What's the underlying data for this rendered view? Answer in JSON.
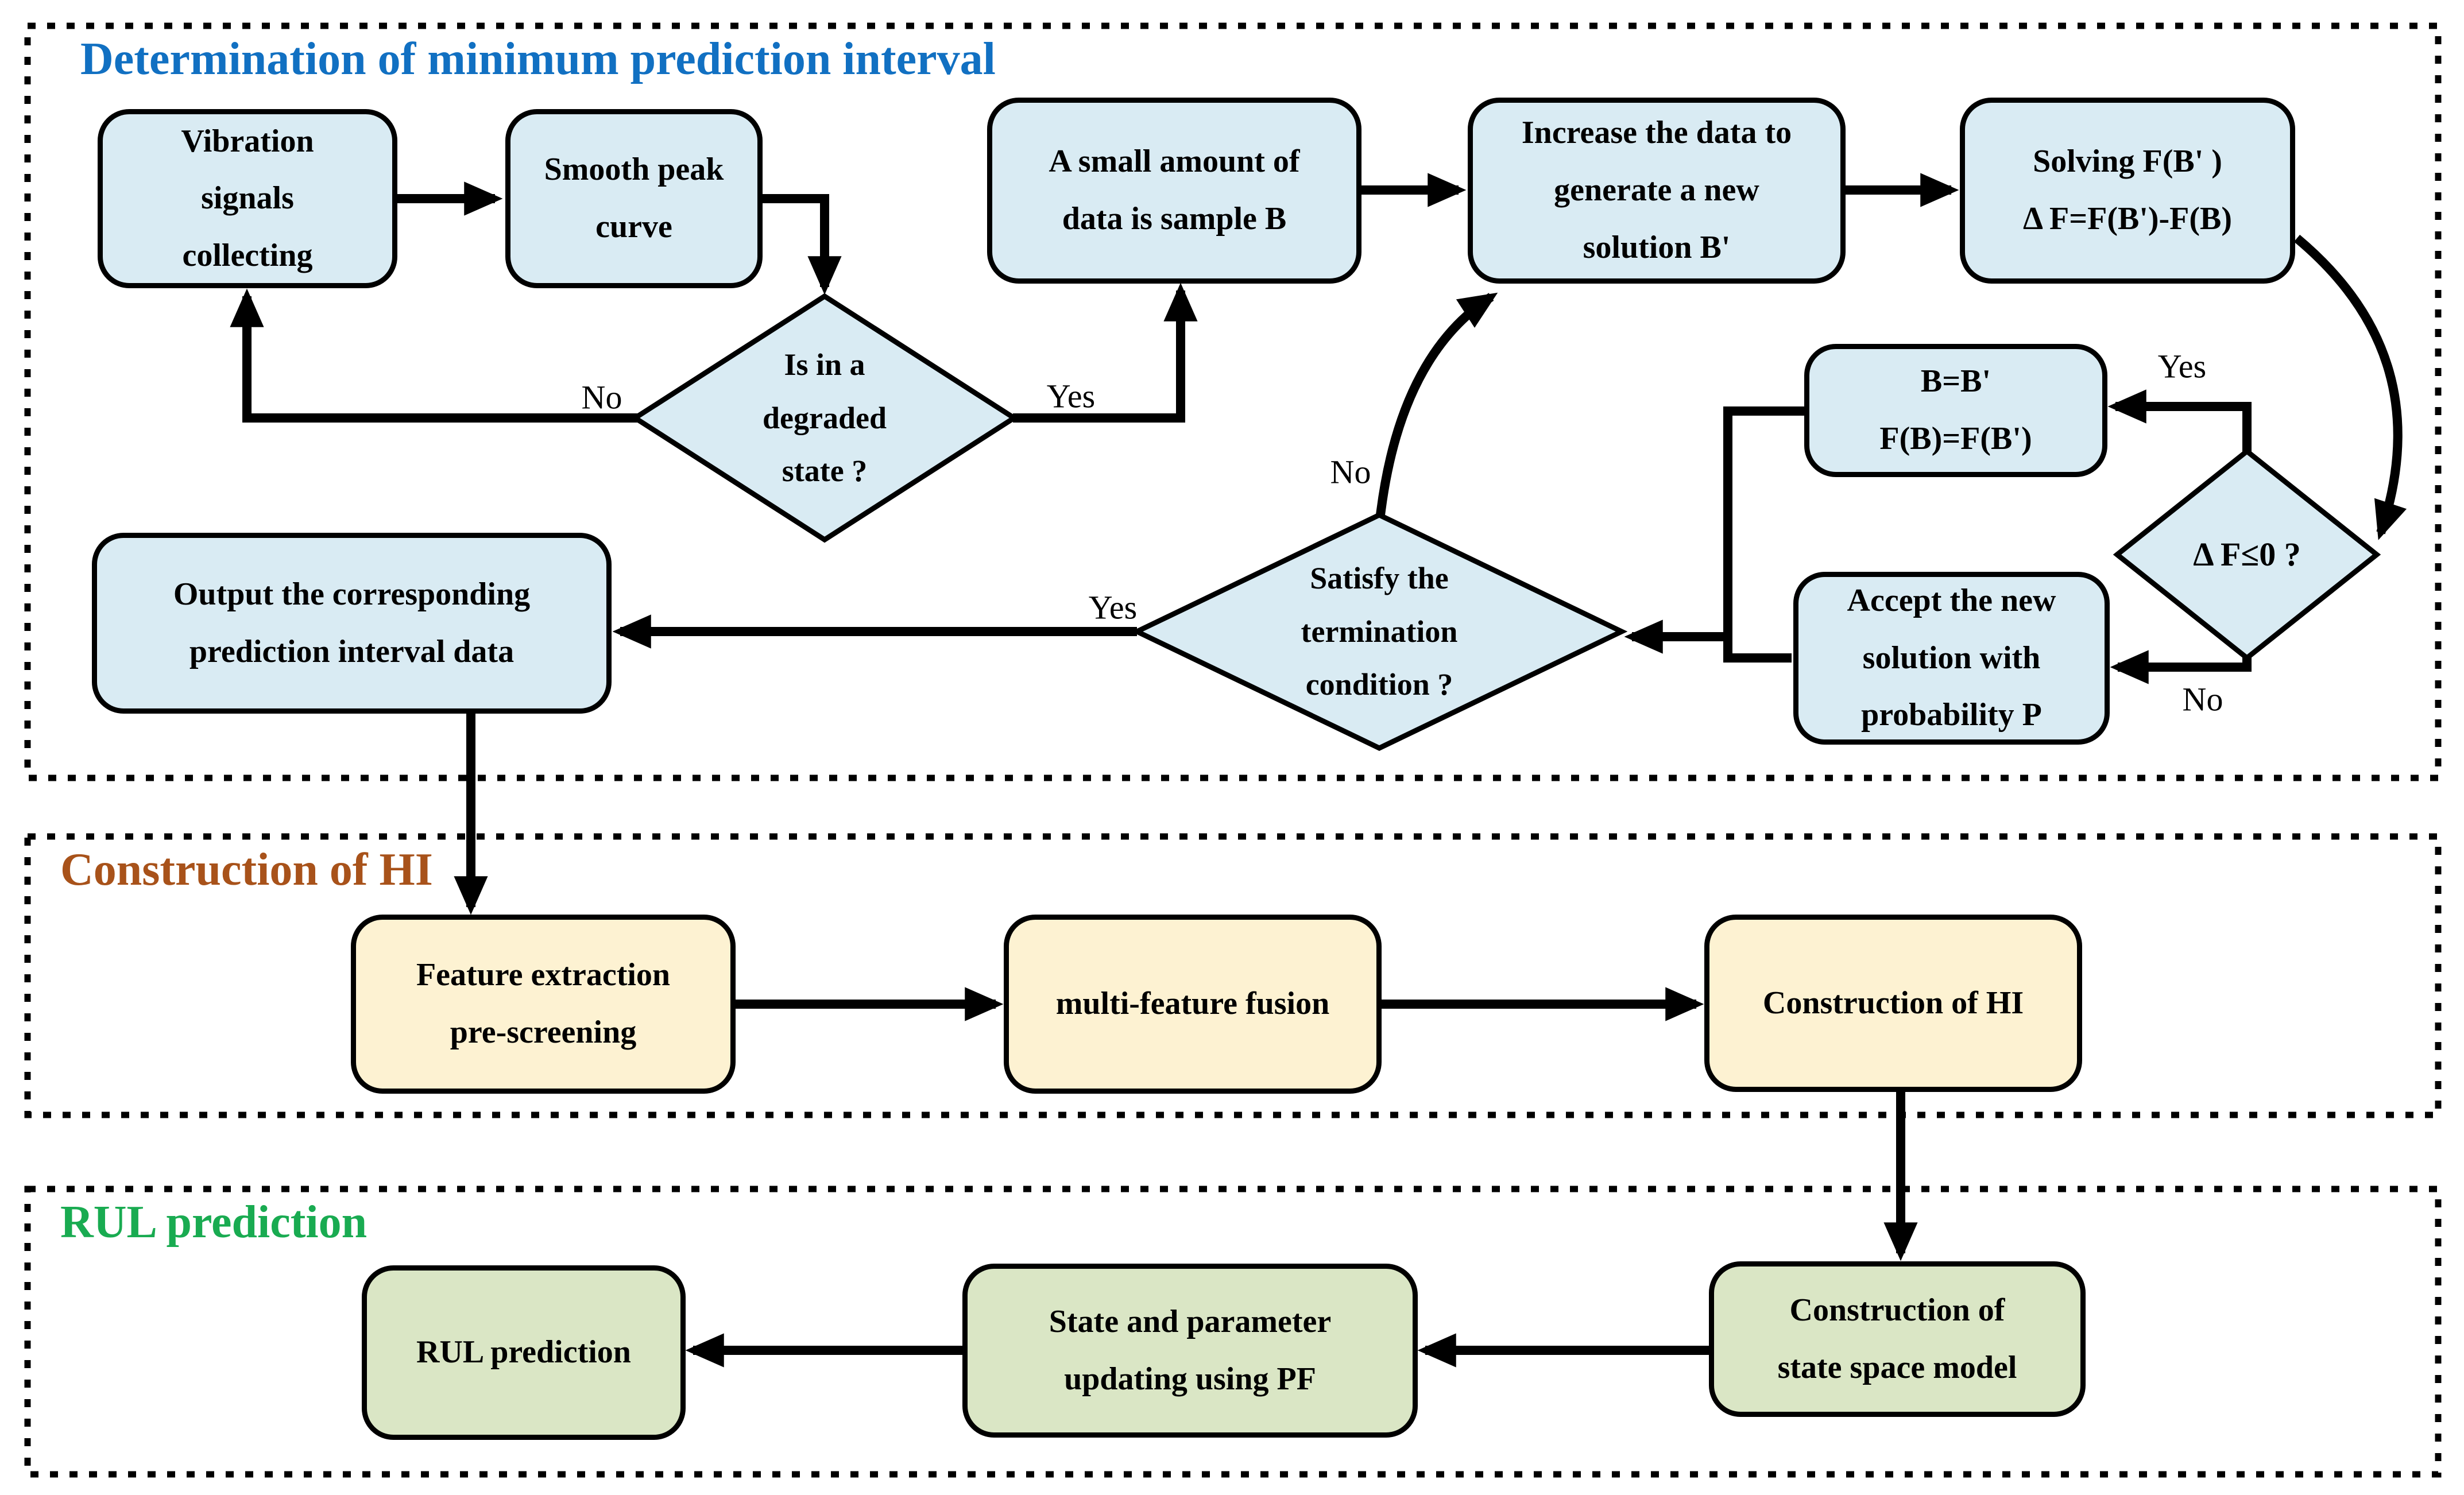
{
  "sections": [
    {
      "title": "Determination of minimum prediction interval"
    },
    {
      "title": "Construction of HI"
    },
    {
      "title": "RUL prediction"
    }
  ],
  "nodes": {
    "vibration": {
      "label": "Vibration\nsignals\ncollecting"
    },
    "smooth": {
      "label": "Smooth peak\ncurve"
    },
    "sample": {
      "label": "A small amount of\ndata is sample B"
    },
    "increase": {
      "label": "Increase the data to\ngenerate a new\nsolution B'"
    },
    "solving": {
      "label": "Solving F(B' )\nΔ F=F(B')-F(B)"
    },
    "output": {
      "label": "Output the corresponding\nprediction interval data"
    },
    "b_update": {
      "label": "B=B'\nF(B)=F(B')"
    },
    "accept": {
      "label": "Accept the new\nsolution with\nprobability P"
    },
    "feature": {
      "label": "Feature extraction\npre-screening"
    },
    "fusion": {
      "label": "multi-feature fusion"
    },
    "construct_hi": {
      "label": "Construction of HI"
    },
    "rul": {
      "label": "RUL prediction"
    },
    "state_update": {
      "label": "State and parameter\nupdating using PF"
    },
    "state_space": {
      "label": "Construction of\nstate space model"
    }
  },
  "decisions": {
    "degraded": {
      "label": "Is in a\ndegraded\nstate ?"
    },
    "terminate": {
      "label": "Satisfy the\ntermination\ncondition ?"
    },
    "delta": {
      "label": "Δ F≤0 ?"
    }
  },
  "edge_labels": {
    "d1_no": "No",
    "d1_yes": "Yes",
    "d2_no": "No",
    "d2_yes": "Yes",
    "d3_yes": "Yes",
    "d3_no": "No"
  },
  "colors": {
    "box_blue": "#d9ebf3",
    "box_yellow": "#fdf2d2",
    "box_green": "#dae6c5",
    "title_blue": "#1170c2",
    "title_brown": "#a8521a",
    "title_green": "#19ab51",
    "line": "#000000"
  }
}
